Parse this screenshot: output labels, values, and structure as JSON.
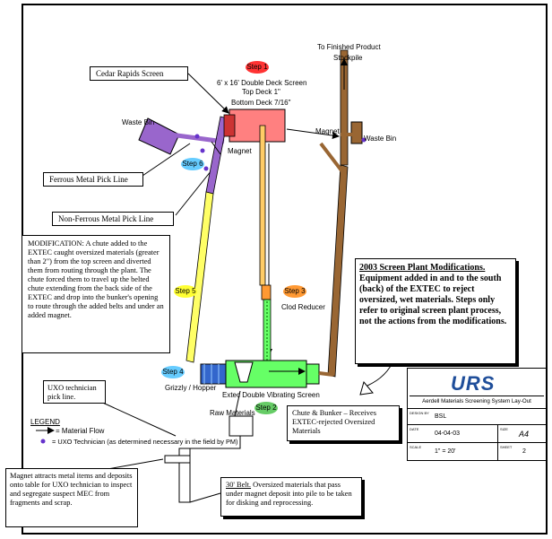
{
  "labels": {
    "cedar_rapids_screen": "Cedar Rapids Screen",
    "ferrous_pick_line": "Ferrous Metal Pick Line",
    "nonferrous_pick_line": "Non-Ferrous Metal Pick Line",
    "double_deck_line1": "6' x 16' Double Deck Screen",
    "double_deck_line2": "Top Deck 1\"",
    "double_deck_line3": "Bottom Deck 7/16\"",
    "finished_product_line1": "To Finished Product",
    "finished_product_line2": "Stockpile",
    "waste_bin_left": "Waste Bin",
    "waste_bin_right": "Waste Bin",
    "magnet_top": "Magnet",
    "magnet_right": "Magnet",
    "clod_reducer": "Clod Reducer",
    "grizzly_hopper": "Grizzly / Hopper",
    "extec_screen": "Extec Double Vibrating Screen",
    "raw_materials": "Raw Materials"
  },
  "steps": {
    "s1": "Step 1",
    "s2": "Step 2",
    "s3": "Step 3",
    "s4": "Step 4",
    "s5": "Step 5",
    "s6": "Step 6"
  },
  "notes": {
    "modification": "MODIFICATION:  A chute added to the EXTEC caught oversized materials (greater than 2\") from the top screen and diverted them from routing through the plant.  The chute forced them to travel  up the belted chute extending from the back side of the EXTEC and drop into the bunker's opening to route through the added belts and under an added magnet.",
    "screen_plant_title": "2003 Screen Plant Modifications.",
    "screen_plant_body": " Equipment added in and to the south (back) of the EXTEC to reject oversized, wet materials.  Steps only refer to original screen plant process, not the actions from the modifications.",
    "uxo_pick_line": "UXO technician pick line.",
    "chute_bunker": "Chute & Bunker – Receives EXTEC-rejected Oversized Materials",
    "magnet_attracts": "Magnet attracts metal items and deposits onto table for UXO technician to inspect and segregate suspect MEC from fragments and scrap.",
    "belt_30": "30' Belt.",
    "belt_30_body": "  Oversized materials that pass under magnet deposit into pile to be taken for disking and reprocessing."
  },
  "legend": {
    "title": "LEGEND",
    "material_flow": "= Material Flow",
    "uxo_technician": "= UXO Technician (as determined necessary in the field by PM)"
  },
  "title_block": {
    "logo": "URS",
    "title": "Aerdell Materials Screening System Lay-Out",
    "r1_label": "DESIGN BY",
    "r1_value": "BSL",
    "r2_label": "DATE",
    "r2_value": "04-04-03",
    "r2_rlabel": "SIZE",
    "r2_rvalue": "A4",
    "r3_label": "SCALE",
    "r3_value": "1\" = 20'",
    "r3_rlabel": "SHEET",
    "r3_rvalue": "2"
  },
  "colors": {
    "flow": "#000000",
    "purple": "#9966cc",
    "yellow": "#ffff66",
    "salmon": "#ff8080",
    "green": "#66ff66",
    "brown": "#996633",
    "orange": "#ffcc66",
    "step_red": "#ff3333",
    "step_blue": "#66ccff",
    "step_green": "#66cc66",
    "step_yellow": "#ffff33",
    "uxo_marker": "#6633cc",
    "urs_blue": "#1f4e9a"
  }
}
